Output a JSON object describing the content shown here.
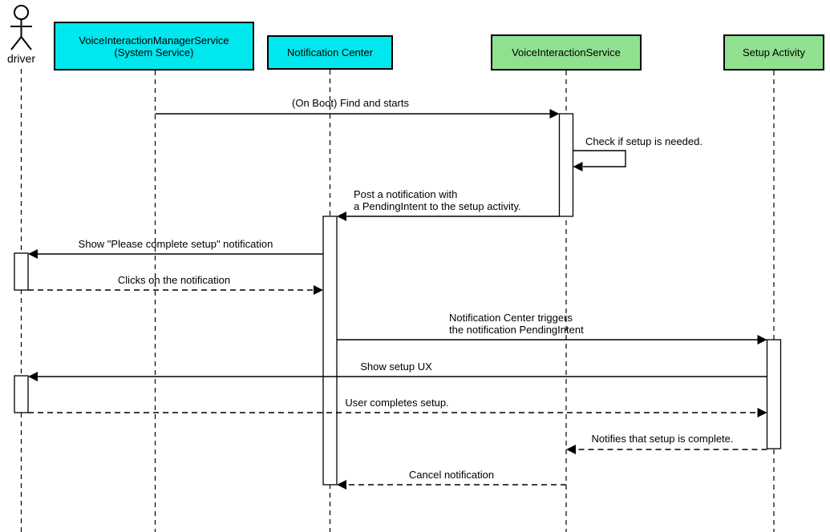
{
  "diagram": {
    "type": "uml-sequence-diagram",
    "colors": {
      "participant_cyan": "#00e7ee",
      "participant_green": "#90e090",
      "line_color": "#000000",
      "background": "#ffffff"
    },
    "participants": [
      {
        "id": "driver",
        "kind": "actor",
        "label": "driver"
      },
      {
        "id": "voice-interaction-manager-service",
        "kind": "object",
        "label": "VoiceInteractionManagerService\n(System Service)",
        "fill": "#00e7ee"
      },
      {
        "id": "notification-center",
        "kind": "object",
        "label": "Notification Center",
        "fill": "#00e7ee"
      },
      {
        "id": "voice-interaction-service",
        "kind": "object",
        "label": "VoiceInteractionService",
        "fill": "#90e090"
      },
      {
        "id": "setup-activity",
        "kind": "object",
        "label": "Setup Activity",
        "fill": "#90e090"
      }
    ],
    "messages": [
      {
        "text": "(On Boot) Find and starts",
        "from": "VoiceInteractionManagerService (System Service)",
        "to": "VoiceInteractionService",
        "line": "solid"
      },
      {
        "text": "Check if setup is needed.",
        "from": "VoiceInteractionService",
        "to": "VoiceInteractionService",
        "line": "solid-self"
      },
      {
        "text": "Post a notification with\na PendingIntent to the setup activity.",
        "from": "VoiceInteractionService",
        "to": "Notification Center",
        "line": "solid"
      },
      {
        "text": "Show \"Please complete setup\" notification",
        "from": "Notification Center",
        "to": "driver",
        "line": "solid"
      },
      {
        "text": "Clicks on the notification",
        "from": "driver",
        "to": "Notification Center",
        "line": "dashed"
      },
      {
        "text": "Notification Center triggers\nthe notification PendingIntent",
        "from": "Notification Center",
        "to": "Setup Activity",
        "line": "solid"
      },
      {
        "text": "Show setup UX",
        "from": "Setup Activity",
        "to": "driver",
        "line": "solid"
      },
      {
        "text": "User completes setup.",
        "from": "driver",
        "to": "Setup Activity",
        "line": "dashed"
      },
      {
        "text": "Notifies that setup is complete.",
        "from": "Setup Activity",
        "to": "VoiceInteractionService",
        "line": "dashed"
      },
      {
        "text": "Cancel notification",
        "from": "VoiceInteractionService",
        "to": "Notification Center",
        "line": "dashed"
      }
    ]
  }
}
